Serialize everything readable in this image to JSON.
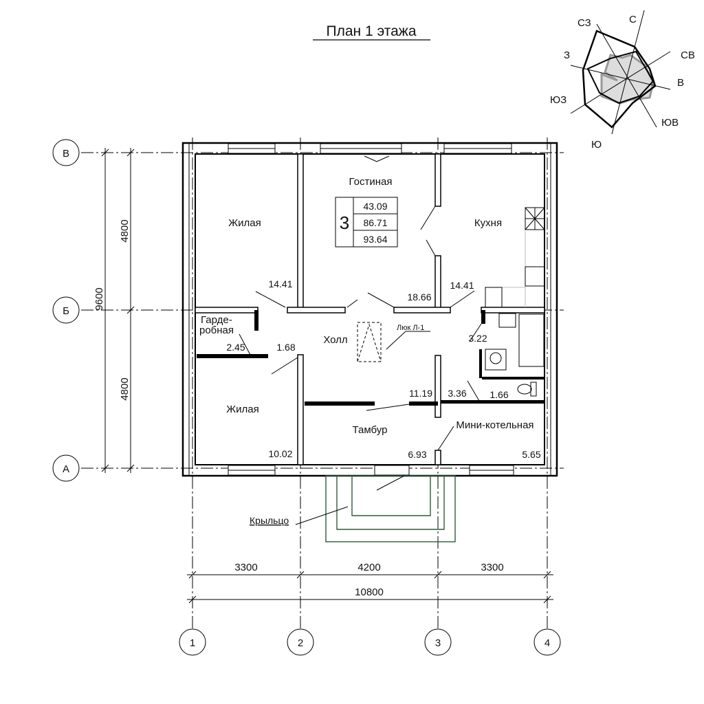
{
  "title": "План 1 этажа",
  "compass": [
    "С",
    "СВ",
    "В",
    "ЮВ",
    "Ю",
    "ЮЗ",
    "З",
    "СЗ"
  ],
  "axes": {
    "rows": [
      "В",
      "Б",
      "А"
    ],
    "cols": [
      "1",
      "2",
      "3",
      "4"
    ]
  },
  "dimensions": {
    "vertical_total": "9600",
    "vertical_top": "4800",
    "vertical_bottom": "4800",
    "horizontal": [
      "3300",
      "4200",
      "3300"
    ],
    "horizontal_total": "10800"
  },
  "apartment": {
    "rooms": "3",
    "living_area": "43.09",
    "total_area": "86.71",
    "area_with_extras": "93.64"
  },
  "rooms": {
    "living1": {
      "name": "Жилая",
      "area": "14.41"
    },
    "living_room": {
      "name": "Гостиная",
      "area": "18.66"
    },
    "kitchen": {
      "name": "Кухня",
      "area": "14.41"
    },
    "wardrobe": {
      "name1": "Гарде-",
      "name2": "робная",
      "area": "2.45"
    },
    "hall": {
      "name": "Холл",
      "area": "11.19"
    },
    "corridor_area": "1.68",
    "hatch": "Люк Л-1",
    "bath": {
      "area": "3.22"
    },
    "wc1": {
      "area": "3.36"
    },
    "wc2": {
      "area": "1.66"
    },
    "living2": {
      "name": "Жилая",
      "area": "10.02"
    },
    "tambour": {
      "name": "Тамбур",
      "area": "6.93"
    },
    "boiler": {
      "name": "Мини-котельная",
      "area": "5.65"
    },
    "porch": {
      "name": "Крыльцо"
    }
  }
}
